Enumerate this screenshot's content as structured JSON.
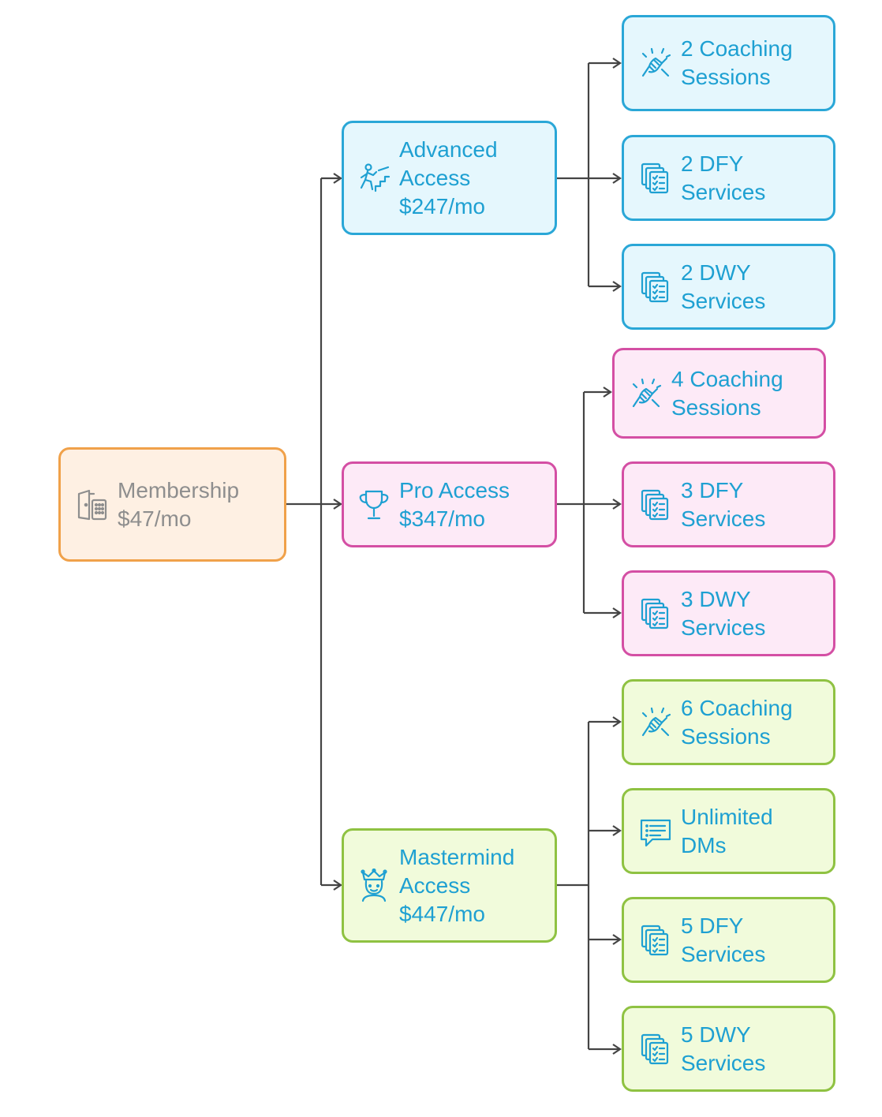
{
  "root": {
    "line1": "Membership",
    "line2": "$47/mo",
    "icon": "door-icon"
  },
  "tiers": [
    {
      "key": "advanced",
      "lines": [
        "Advanced",
        "Access",
        "$247/mo"
      ],
      "icon": "climber-icon",
      "color": "blue",
      "features": [
        {
          "lines": [
            "2 Coaching",
            "Sessions"
          ],
          "icon": "handshake-icon"
        },
        {
          "lines": [
            "2 DFY",
            "Services"
          ],
          "icon": "checklist-stack-icon"
        },
        {
          "lines": [
            "2 DWY",
            "Services"
          ],
          "icon": "checklist-stack-icon"
        }
      ]
    },
    {
      "key": "pro",
      "lines": [
        "Pro Access",
        "$347/mo"
      ],
      "icon": "trophy-icon",
      "color": "pink",
      "features": [
        {
          "lines": [
            "4 Coaching",
            "Sessions"
          ],
          "icon": "handshake-icon"
        },
        {
          "lines": [
            "3 DFY",
            "Services"
          ],
          "icon": "checklist-stack-icon"
        },
        {
          "lines": [
            "3 DWY",
            "Services"
          ],
          "icon": "checklist-stack-icon"
        }
      ]
    },
    {
      "key": "mastermind",
      "lines": [
        "Mastermind",
        "Access",
        "$447/mo"
      ],
      "icon": "crown-person-icon",
      "color": "green",
      "features": [
        {
          "lines": [
            "6 Coaching",
            "Sessions"
          ],
          "icon": "handshake-icon"
        },
        {
          "lines": [
            "Unlimited",
            "DMs"
          ],
          "icon": "chat-message-icon"
        },
        {
          "lines": [
            "5 DFY",
            "Services"
          ],
          "icon": "checklist-stack-icon"
        },
        {
          "lines": [
            "5 DWY",
            "Services"
          ],
          "icon": "checklist-stack-icon"
        }
      ]
    }
  ],
  "colors": {
    "blue_border": "#2aa7d7",
    "blue_fill": "#e5f7fd",
    "pink_border": "#d44fa4",
    "pink_fill": "#fdeaf7",
    "green_border": "#8fc242",
    "green_fill": "#f1fbdb",
    "orange_border": "#f0a14a",
    "orange_fill": "#fef0e3",
    "text_accent": "#1ea0d2",
    "text_muted": "#8e8e8e",
    "connector": "#444444"
  }
}
